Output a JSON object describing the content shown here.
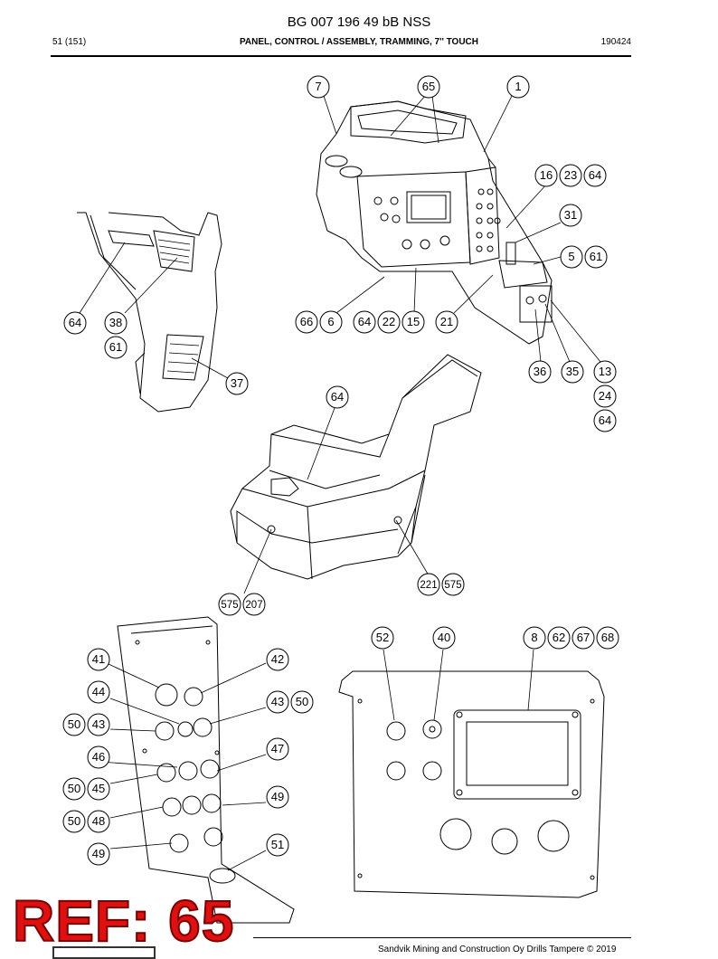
{
  "header": {
    "doc_number": "BG 007 196 49 bB NSS",
    "page": "51 (151)",
    "title": "PANEL, CONTROL / ASSEMBLY, TRAMMING, 7'' TOUCH",
    "date": "190424"
  },
  "callouts": {
    "c7": "7",
    "c65": "65",
    "c1": "1",
    "c16": "16",
    "c23": "23",
    "c64a": "64",
    "c31": "31",
    "c5": "5",
    "c61a": "61",
    "c66": "66",
    "c6": "6",
    "c64b": "64",
    "c22": "22",
    "c15": "15",
    "c21": "21",
    "c36": "36",
    "c35": "35",
    "c13": "13",
    "c24": "24",
    "c64c": "64",
    "c64d": "64",
    "c38": "38",
    "c61b": "61",
    "c37": "37",
    "c64e": "64",
    "c221": "221",
    "c575a": "575",
    "c575b": "575",
    "c207": "207",
    "c52": "52",
    "c40": "40",
    "c8": "8",
    "c62": "62",
    "c67": "67",
    "c68": "68",
    "c41": "41",
    "c42": "42",
    "c44": "44",
    "c43a": "43",
    "c50a": "50",
    "c50b": "50",
    "c43b": "43",
    "c47": "47",
    "c46": "46",
    "c50c": "50",
    "c45": "45",
    "c49a": "49",
    "c50d": "50",
    "c48": "48",
    "c49b": "49",
    "c51": "51"
  },
  "ref_stamp": "REF: 65",
  "footer": "Sandvik Mining and Construction Oy Drills Tampere © 2019"
}
